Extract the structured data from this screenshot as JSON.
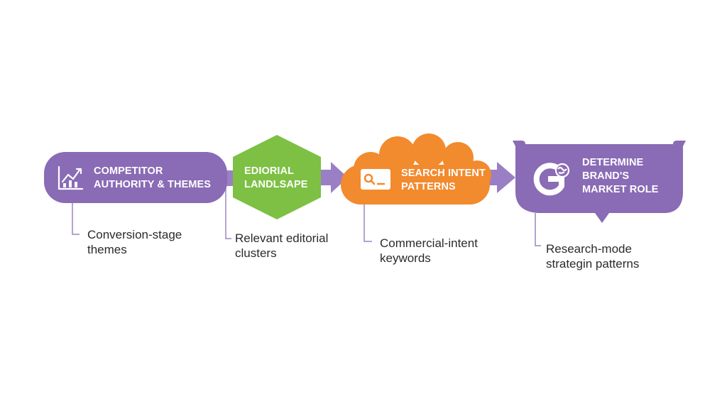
{
  "colors": {
    "purple": "#8a6bb5",
    "purple_arrow": "#9a7fc4",
    "green": "#7dc043",
    "orange": "#f28a2e",
    "connector": "#9b85c2",
    "note_text": "#2b2b2b",
    "white": "#ffffff"
  },
  "steps": [
    {
      "shape": "rounded-pill",
      "icon": "growth-chart-icon",
      "title_lines": [
        "COMPETITOR",
        "AUTHORITY & THEMES"
      ],
      "note_lines": [
        "Conversion-stage",
        "themes"
      ]
    },
    {
      "shape": "hexagon",
      "icon": "",
      "title_lines": [
        "EDIORIAL",
        "LANDLSAPE"
      ],
      "note_lines": [
        "Relevant editorial",
        "clusters"
      ]
    },
    {
      "shape": "cloud",
      "icon": "search-bar-icon",
      "title_lines": [
        "SEARCH INTENT",
        "PATTERNS"
      ],
      "note_lines": [
        "Commercial-intent",
        "keywords"
      ]
    },
    {
      "shape": "shield-banner",
      "icon": "google-brain-icon",
      "title_lines": [
        "DETERMINE",
        "BRAND'S",
        "MARKET ROLE"
      ],
      "note_lines": [
        "Research-mode",
        "strategin patterns"
      ]
    }
  ]
}
